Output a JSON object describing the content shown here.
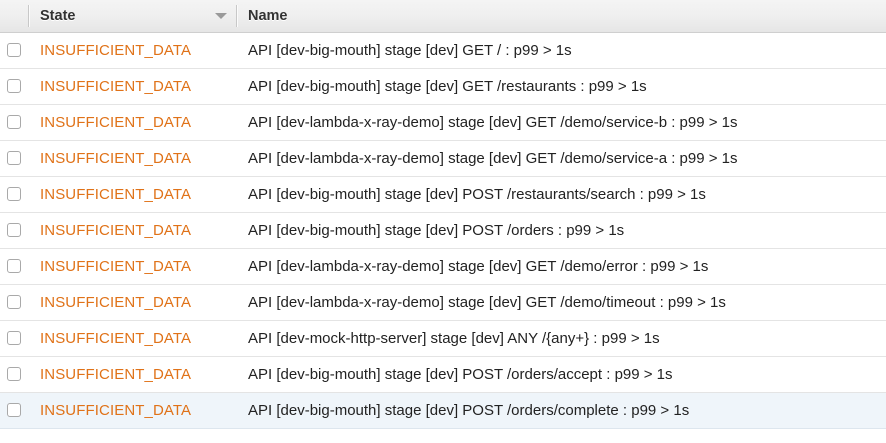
{
  "table": {
    "columns": [
      {
        "key": "select",
        "label": "",
        "sort": "none"
      },
      {
        "key": "state",
        "label": "State",
        "sort": "descending",
        "sort_icon": "caret-down-icon"
      },
      {
        "key": "name",
        "label": "Name",
        "sort": "none"
      }
    ],
    "select_all_checkbox": {
      "icon": "checkbox-icon",
      "checked": false
    },
    "state_color": "#e07218",
    "highlight_color": "#eff5fa",
    "rows": [
      {
        "checkbox": {
          "icon": "checkbox-icon",
          "checked": false
        },
        "state": "INSUFFICIENT_DATA",
        "name": "API [dev-big-mouth] stage [dev] GET / : p99 > 1s",
        "highlighted": false
      },
      {
        "checkbox": {
          "icon": "checkbox-icon",
          "checked": false
        },
        "state": "INSUFFICIENT_DATA",
        "name": "API [dev-big-mouth] stage [dev] GET /restaurants : p99 > 1s",
        "highlighted": false
      },
      {
        "checkbox": {
          "icon": "checkbox-icon",
          "checked": false
        },
        "state": "INSUFFICIENT_DATA",
        "name": "API [dev-lambda-x-ray-demo] stage [dev] GET /demo/service-b : p99 > 1s",
        "highlighted": false
      },
      {
        "checkbox": {
          "icon": "checkbox-icon",
          "checked": false
        },
        "state": "INSUFFICIENT_DATA",
        "name": "API [dev-lambda-x-ray-demo] stage [dev] GET /demo/service-a : p99 > 1s",
        "highlighted": false
      },
      {
        "checkbox": {
          "icon": "checkbox-icon",
          "checked": false
        },
        "state": "INSUFFICIENT_DATA",
        "name": "API [dev-big-mouth] stage [dev] POST /restaurants/search : p99 > 1s",
        "highlighted": false
      },
      {
        "checkbox": {
          "icon": "checkbox-icon",
          "checked": false
        },
        "state": "INSUFFICIENT_DATA",
        "name": "API [dev-big-mouth] stage [dev] POST /orders : p99 > 1s",
        "highlighted": false
      },
      {
        "checkbox": {
          "icon": "checkbox-icon",
          "checked": false
        },
        "state": "INSUFFICIENT_DATA",
        "name": "API [dev-lambda-x-ray-demo] stage [dev] GET /demo/error : p99 > 1s",
        "highlighted": false
      },
      {
        "checkbox": {
          "icon": "checkbox-icon",
          "checked": false
        },
        "state": "INSUFFICIENT_DATA",
        "name": "API [dev-lambda-x-ray-demo] stage [dev] GET /demo/timeout : p99 > 1s",
        "highlighted": false
      },
      {
        "checkbox": {
          "icon": "checkbox-icon",
          "checked": false
        },
        "state": "INSUFFICIENT_DATA",
        "name": "API [dev-mock-http-server] stage [dev] ANY /{any+} : p99 > 1s",
        "highlighted": false
      },
      {
        "checkbox": {
          "icon": "checkbox-icon",
          "checked": false
        },
        "state": "INSUFFICIENT_DATA",
        "name": "API [dev-big-mouth] stage [dev] POST /orders/accept : p99 > 1s",
        "highlighted": false
      },
      {
        "checkbox": {
          "icon": "checkbox-icon",
          "checked": false
        },
        "state": "INSUFFICIENT_DATA",
        "name": "API [dev-big-mouth] stage [dev] POST /orders/complete : p99 > 1s",
        "highlighted": true
      }
    ]
  }
}
